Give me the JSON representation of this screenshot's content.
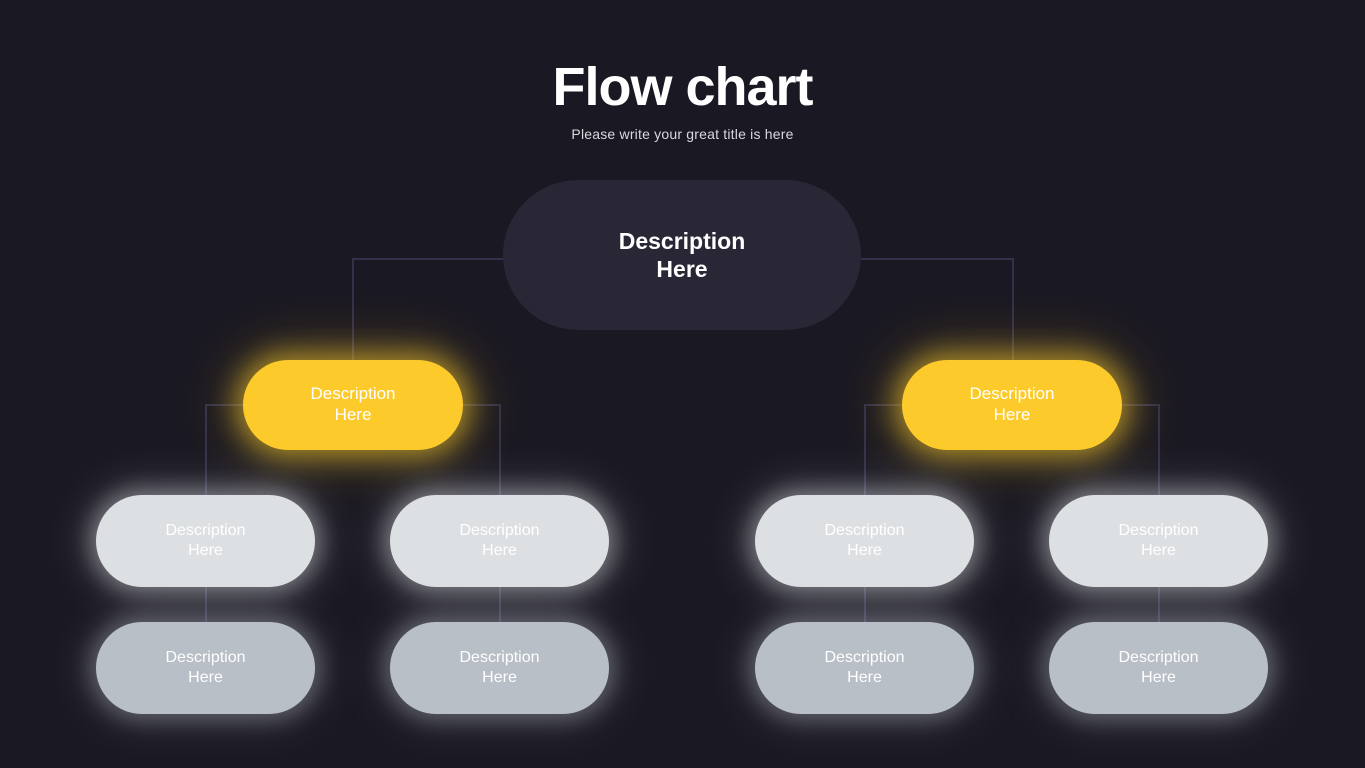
{
  "header": {
    "title": "Flow chart",
    "subtitle": "Please write your great title is here"
  },
  "theme": {
    "background": "#1a1822",
    "accent": "#fccb2b",
    "root_fill": "#292636",
    "light_fill": "#dde0e3",
    "muted_fill": "#b9bfc7",
    "connector": "#33304a",
    "text_light": "#ffffff"
  },
  "chart_data": {
    "type": "diagram",
    "title": "Flow chart",
    "subtitle": "Please write your great title is here",
    "orientation": "top-down",
    "levels": 4,
    "nodes": [
      {
        "id": "root",
        "label": "Description Here",
        "level": 1,
        "style": "root"
      },
      {
        "id": "l2-1",
        "label": "Description Here",
        "level": 2,
        "style": "accent"
      },
      {
        "id": "l2-2",
        "label": "Description Here",
        "level": 2,
        "style": "accent"
      },
      {
        "id": "l3-1",
        "label": "Description Here",
        "level": 3,
        "style": "light"
      },
      {
        "id": "l3-2",
        "label": "Description Here",
        "level": 3,
        "style": "light"
      },
      {
        "id": "l3-3",
        "label": "Description Here",
        "level": 3,
        "style": "light"
      },
      {
        "id": "l3-4",
        "label": "Description Here",
        "level": 3,
        "style": "light"
      },
      {
        "id": "l4-1",
        "label": "Description Here",
        "level": 4,
        "style": "muted"
      },
      {
        "id": "l4-2",
        "label": "Description Here",
        "level": 4,
        "style": "muted"
      },
      {
        "id": "l4-3",
        "label": "Description Here",
        "level": 4,
        "style": "muted"
      },
      {
        "id": "l4-4",
        "label": "Description Here",
        "level": 4,
        "style": "muted"
      }
    ],
    "edges": [
      {
        "from": "root",
        "to": "l2-1"
      },
      {
        "from": "root",
        "to": "l2-2"
      },
      {
        "from": "l2-1",
        "to": "l3-1"
      },
      {
        "from": "l2-1",
        "to": "l3-2"
      },
      {
        "from": "l2-2",
        "to": "l3-3"
      },
      {
        "from": "l2-2",
        "to": "l3-4"
      },
      {
        "from": "l3-1",
        "to": "l4-1"
      },
      {
        "from": "l3-2",
        "to": "l4-2"
      },
      {
        "from": "l3-3",
        "to": "l4-3"
      },
      {
        "from": "l3-4",
        "to": "l4-4"
      }
    ]
  },
  "nodes": {
    "root": {
      "line1": "Description",
      "line2": "Here"
    },
    "l2_1": {
      "line1": "Description",
      "line2": "Here"
    },
    "l2_2": {
      "line1": "Description",
      "line2": "Here"
    },
    "l3_1": {
      "line1": "Description",
      "line2": "Here"
    },
    "l3_2": {
      "line1": "Description",
      "line2": "Here"
    },
    "l3_3": {
      "line1": "Description",
      "line2": "Here"
    },
    "l3_4": {
      "line1": "Description",
      "line2": "Here"
    },
    "l4_1": {
      "line1": "Description",
      "line2": "Here"
    },
    "l4_2": {
      "line1": "Description",
      "line2": "Here"
    },
    "l4_3": {
      "line1": "Description",
      "line2": "Here"
    },
    "l4_4": {
      "line1": "Description",
      "line2": "Here"
    }
  }
}
